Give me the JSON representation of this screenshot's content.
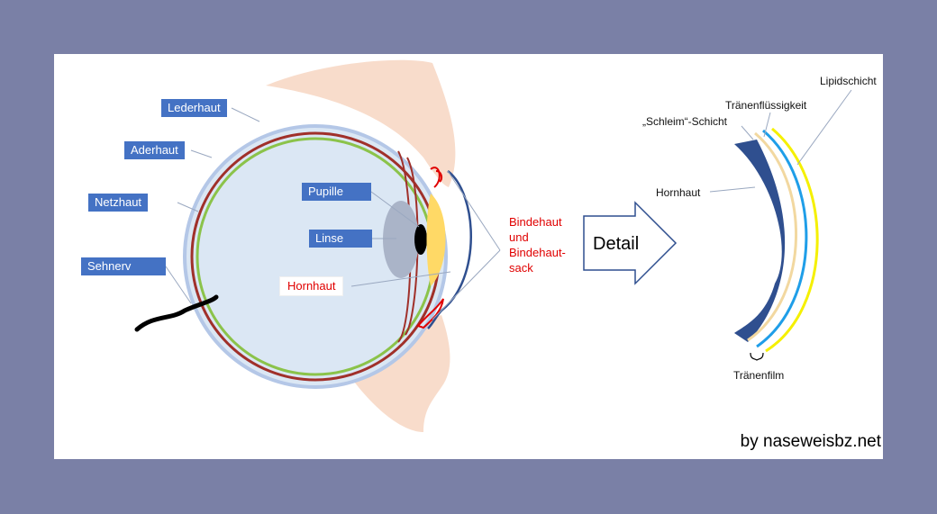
{
  "labels": {
    "lederhaut": "Lederhaut",
    "aderhaut": "Aderhaut",
    "netzhaut": "Netzhaut",
    "sehnerv": "Sehnerv",
    "pupille": "Pupille",
    "linse": "Linse",
    "hornhaut_eye": "Hornhaut",
    "bindehaut_line1": "Bindehaut",
    "bindehaut_line2": "und",
    "bindehaut_line3": "Bindehaut-",
    "bindehaut_line4": "sack",
    "detail": "Detail",
    "lipidschicht": "Lipidschicht",
    "traenenfluessigkeit": "Tränenflüssigkeit",
    "schleimschicht": "„Schleim“-Schicht",
    "hornhaut_detail": "Hornhaut",
    "traenenfilm": "Tränenfilm"
  },
  "credit": "by naseweisbz.net",
  "colors": {
    "background": "#7a80a6",
    "label_fill": "#4472c4",
    "eyeball_fill": "#dbe7f4",
    "sclera": "#b4c7e7",
    "choroid": "#a0302a",
    "retina": "#8bc34a",
    "lens": "#aab4c8",
    "cornea_lens": "#ffd966",
    "conjunctiva": "#e00000",
    "eyelid": "#f8dccb",
    "cornea_detail": "#2f4f8f",
    "mucus_layer": "#f2d8a0",
    "aqueous_layer": "#1f9ee8",
    "lipid_layer": "#f5f000"
  }
}
